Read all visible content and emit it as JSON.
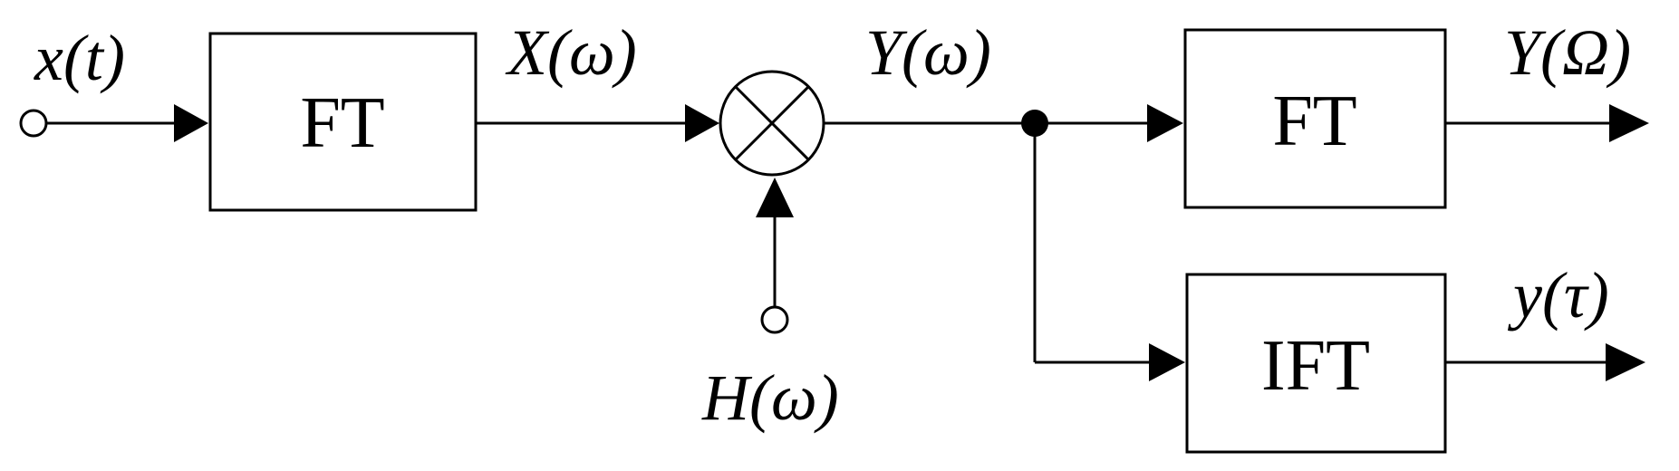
{
  "signals": {
    "input_time": "x(t)",
    "input_freq": "X(ω)",
    "product": "Y(ω)",
    "filter": "H(ω)",
    "output_freq": "Y(Ω)",
    "output_time": "y(τ)"
  },
  "blocks": {
    "ft1": "FT",
    "ft2": "FT",
    "ift": "IFT"
  },
  "multiplier_symbol": "multiply-icon"
}
